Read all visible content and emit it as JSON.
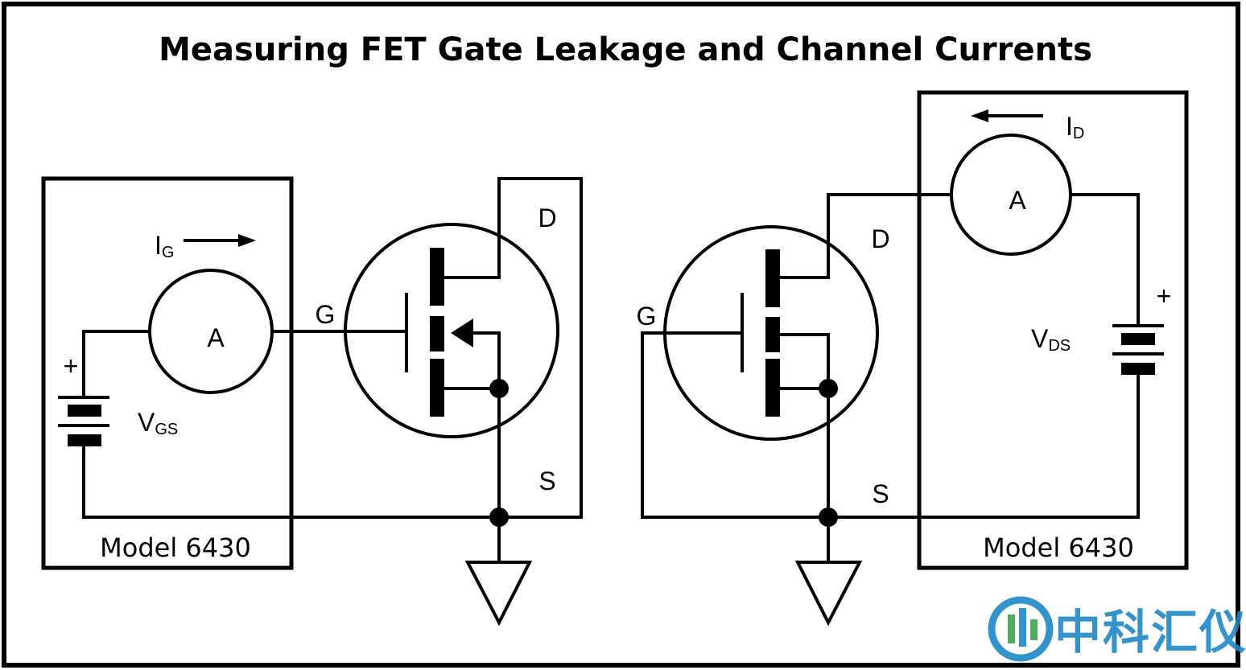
{
  "title": "Measuring FET Gate Leakage and Channel Currents",
  "left_circuit": {
    "current_label": "I",
    "current_sub": "G",
    "meter_label": "A",
    "plus": "+",
    "voltage_label": "V",
    "voltage_sub": "GS",
    "model_label": "Model 6430",
    "gate": "G",
    "drain": "D",
    "source": "S"
  },
  "right_circuit": {
    "current_label": "I",
    "current_sub": "D",
    "meter_label": "A",
    "plus": "+",
    "voltage_label": "V",
    "voltage_sub": "DS",
    "model_label": "Model 6430",
    "gate": "G",
    "drain": "D",
    "source": "S"
  },
  "watermark": {
    "text": "中科汇仪",
    "color": "#1E88C8",
    "accent_color": "#3FA34D"
  }
}
